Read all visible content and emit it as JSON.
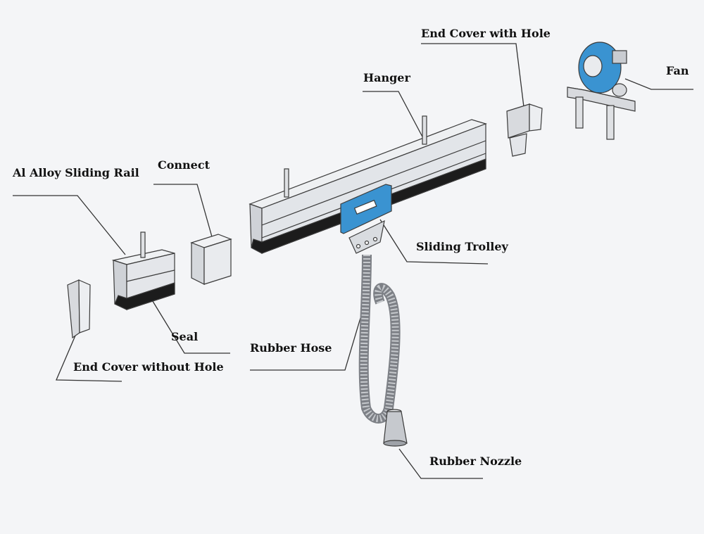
{
  "labels": {
    "end_cover_with_hole": "End Cover with Hole",
    "fan": "Fan",
    "hanger": "Hanger",
    "connect": "Connect",
    "al_alloy_sliding_rail": "Al Alloy Sliding Rail",
    "sliding_trolley": "Sliding Trolley",
    "seal": "Seal",
    "rubber_hose": "Rubber Hose",
    "end_cover_without_hole": "End Cover without Hole",
    "rubber_nozzle": "Rubber Nozzle"
  },
  "colors": {
    "background": "#f4f5f7",
    "accent_blue": "#3a93d1",
    "metal_light": "#e9ebee",
    "metal_mid": "#c9ccd1",
    "seal_dark": "#1c1c1c",
    "outline": "#3b3b3b"
  }
}
